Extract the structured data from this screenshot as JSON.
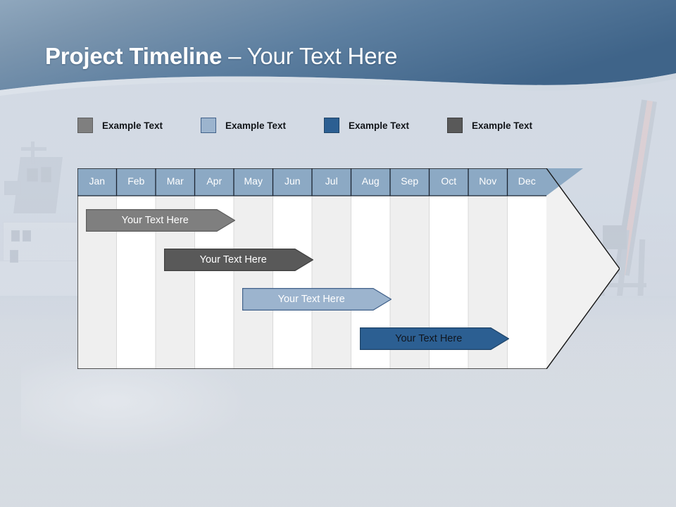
{
  "slide": {
    "title_strong": "Project Timeline",
    "title_light": " – Your Text Here"
  },
  "legend": {
    "items": [
      {
        "label": "Example Text",
        "color": "#7f7f7f",
        "border": "#5f5f5f",
        "name": "legend-swatch-grey"
      },
      {
        "label": "Example Text",
        "color": "#9cb4ce",
        "border": "#41618a",
        "name": "legend-swatch-light-blue"
      },
      {
        "label": "Example Text",
        "color": "#2c5f92",
        "border": "#1f4468",
        "name": "legend-swatch-blue"
      },
      {
        "label": "Example Text",
        "color": "#595959",
        "border": "#3f3f3f",
        "name": "legend-swatch-dark-grey"
      }
    ]
  },
  "chart_data": {
    "type": "bar",
    "title": "Project Timeline",
    "xlabel": "",
    "ylabel": "",
    "grid": true,
    "legend_position": "top",
    "categories": [
      "Jan",
      "Feb",
      "Mar",
      "Apr",
      "May",
      "Jun",
      "Jul",
      "Aug",
      "Sep",
      "Oct",
      "Nov",
      "Dec"
    ],
    "header_fill": "#8ca9c4",
    "header_text_color": "#ffffff",
    "stripe_colors": [
      "#efefef",
      "#ffffff"
    ],
    "outline_color": "#1b1b1b",
    "arrow_fill": "#f1f1f1",
    "tasks": [
      {
        "label": "Your  Text Here",
        "color": "#7f7f7f",
        "border": "#5f5f5f",
        "text_color": "#ffffff",
        "start_month": "Jan",
        "end_month": "Apr",
        "row": 1
      },
      {
        "label": "Your  Text Here",
        "color": "#595959",
        "border": "#3f3f3f",
        "text_color": "#ffffff",
        "start_month": "Mar",
        "end_month": "Jun",
        "row": 2
      },
      {
        "label": "Your  Text Here",
        "color": "#9cb4ce",
        "border": "#41618a",
        "text_color": "#ffffff",
        "start_month": "May",
        "end_month": "Aug",
        "row": 3
      },
      {
        "label": "Your  Text Here",
        "color": "#2c5f92",
        "border": "#1f4468",
        "text_color": "#10161f",
        "start_month": "Aug",
        "end_month": "Nov",
        "row": 4
      }
    ]
  }
}
